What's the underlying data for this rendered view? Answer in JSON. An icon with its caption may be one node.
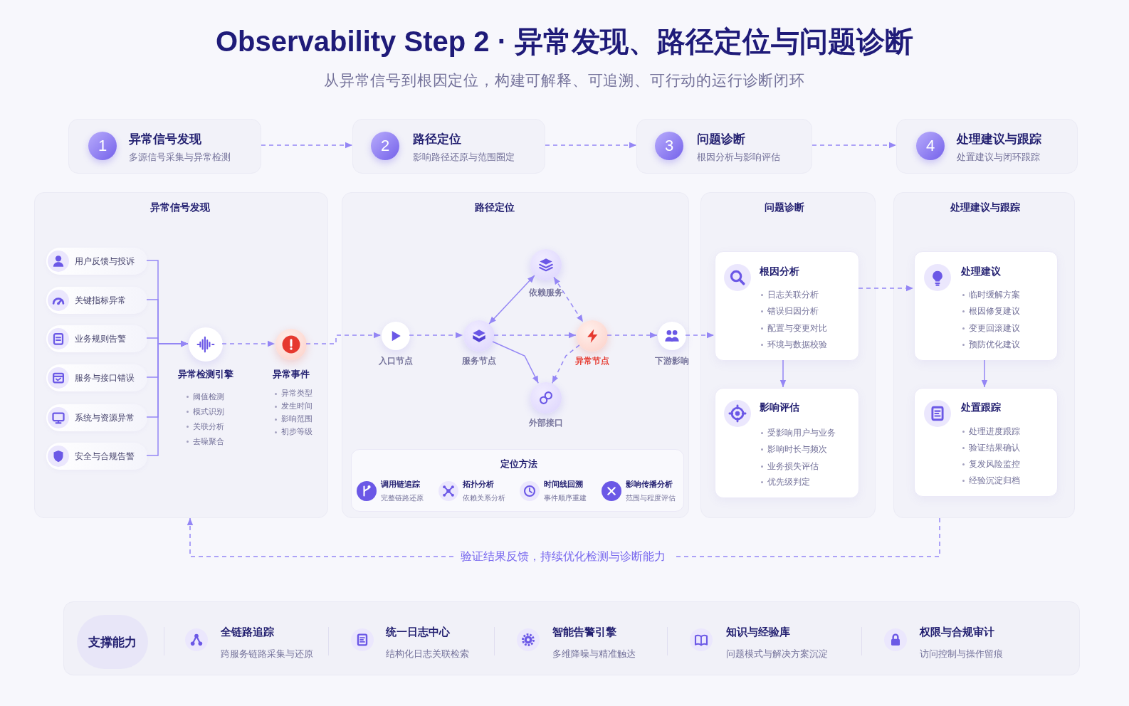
{
  "diagram": {
    "title": "Observability Step 2 · 异常发现、路径定位与问题诊断",
    "nodes": [
      {
        "text": [
          "异常信号发现",
          "多源信号采集与异常检测"
        ]
      },
      {
        "text": [
          "1"
        ],
        "in": 0
      },
      {
        "text": [
          "路径定位",
          "影响路径还原与范围圈定"
        ]
      },
      {
        "text": [
          "2"
        ],
        "in": 2
      },
      {
        "text": [
          "问题诊断",
          "根因分析与影响评估"
        ]
      },
      {
        "text": [
          "3"
        ],
        "in": 4
      },
      {
        "text": [
          "处理建议与跟踪",
          "处置建议与闭环跟踪"
        ]
      },
      {
        "text": [
          "4"
        ],
        "in": 6
      },
      {
        "text": [
          "异常信号发现"
        ]
      },
      {
        "text": [
          "用户反馈与投诉"
        ],
        "in": 8
      },
      {
        "text": [
          "关键指标异常"
        ],
        "in": 8
      },
      {
        "text": [
          "业务规则告警"
        ],
        "in": 8
      },
      {
        "text": [
          "服务与接口错误"
        ],
        "in": 8
      },
      {
        "text": [
          "系统与资源异常"
        ],
        "in": 8
      },
      {
        "text": [
          "安全与合规告警"
        ],
        "in": 8
      },
      {
        "text": [
          "异常检测引擎",
          "阈值检测",
          "模式识别",
          "关联分析",
          "去噪聚合"
        ],
        "in": 8
      },
      {
        "text": [
          "异常事件",
          "异常类型",
          "发生时间",
          "影响范围",
          "初步等级"
        ],
        "in": 8
      },
      {
        "text": [
          "路径定位"
        ]
      },
      {
        "text": [
          "入口节点"
        ],
        "in": 17
      },
      {
        "text": [
          "服务节点"
        ],
        "in": 17
      },
      {
        "text": [
          "依赖服务"
        ],
        "in": 17
      },
      {
        "text": [
          "异常节点"
        ],
        "in": 17
      },
      {
        "text": [
          "外部接口"
        ],
        "in": 17
      },
      {
        "text": [
          "下游影响"
        ],
        "in": 17
      },
      {
        "text": [
          "定位方法"
        ],
        "in": 17
      },
      {
        "text": [
          "调用链追踪",
          "完整链路还原"
        ],
        "in": 24
      },
      {
        "text": [
          "拓扑分析",
          "依赖关系分析"
        ],
        "in": 24
      },
      {
        "text": [
          "时间线回溯",
          "事件顺序重建"
        ],
        "in": 24
      },
      {
        "text": [
          "影响传播分析",
          "范围与程度评估"
        ],
        "in": 24
      },
      {
        "text": [
          "问题诊断"
        ]
      },
      {
        "text": [
          "根因分析",
          "日志关联分析",
          "错误归因分析",
          "配置与变更对比",
          "环境与数据校验"
        ],
        "in": 29
      },
      {
        "text": [
          "影响评估",
          "受影响用户与业务",
          "影响时长与频次",
          "业务损失评估",
          "优先级判定"
        ],
        "in": 29
      },
      {
        "text": [
          "处理建议与跟踪"
        ]
      },
      {
        "text": [
          "处理建议",
          "临时缓解方案",
          "根因修复建议",
          "变更回滚建议",
          "预防优化建议"
        ],
        "in": 32
      },
      {
        "text": [
          "处置跟踪",
          "处理进度跟踪",
          "验证结果确认",
          "复发风险监控",
          "经验沉淀归档"
        ],
        "in": 32
      },
      {
        "text": [
          "支撑能力"
        ]
      },
      {
        "text": [
          "全链路追踪",
          "跨服务链路采集与还原"
        ],
        "in": 35
      },
      {
        "text": [
          "统一日志中心",
          "结构化日志关联检索"
        ],
        "in": 35
      },
      {
        "text": [
          "智能告警引擎",
          "多维降噪与精准触达"
        ],
        "in": 35
      },
      {
        "text": [
          "知识与经验库",
          "问题模式与解决方案沉淀"
        ],
        "in": 35
      },
      {
        "text": [
          "权限与合规审计",
          "访问控制与操作留痕"
        ],
        "in": 35
      }
    ],
    "edges": [
      {
        "from": 0,
        "to": 2,
        "arrow": "to",
        "style": "dashed"
      },
      {
        "from": 2,
        "to": 4,
        "arrow": "to",
        "style": "dashed"
      },
      {
        "from": 4,
        "to": 6,
        "arrow": "to",
        "style": "dashed"
      },
      {
        "from": 9,
        "to": 15,
        "arrow": "to"
      },
      {
        "from": 10,
        "to": 15,
        "arrow": "to"
      },
      {
        "from": 11,
        "to": 15,
        "arrow": "to"
      },
      {
        "from": 12,
        "to": 15,
        "arrow": "to"
      },
      {
        "from": 13,
        "to": 15,
        "arrow": "to"
      },
      {
        "from": 14,
        "to": 15,
        "arrow": "to"
      },
      {
        "from": 15,
        "to": 16,
        "arrow": "to",
        "style": "dashed"
      },
      {
        "from": 16,
        "to": 18,
        "arrow": "to",
        "style": "dashed"
      },
      {
        "from": 18,
        "to": 19,
        "arrow": "to",
        "style": "dashed"
      },
      {
        "from": 19,
        "to": 20,
        "arrow": "both"
      },
      {
        "from": 20,
        "to": 21,
        "arrow": "both",
        "style": "dashed"
      },
      {
        "from": 19,
        "to": 21,
        "arrow": "to",
        "style": "dashed"
      },
      {
        "from": 19,
        "to": 22,
        "arrow": "to"
      },
      {
        "from": 21,
        "to": 22,
        "arrow": "to",
        "style": "dashed"
      },
      {
        "from": 21,
        "to": 23,
        "arrow": "to",
        "style": "dashed"
      },
      {
        "from": 23,
        "to": 30,
        "arrow": "to",
        "style": "dashed"
      },
      {
        "from": 30,
        "to": 31,
        "arrow": "to"
      },
      {
        "from": 30,
        "to": 33,
        "arrow": "to",
        "style": "dashed"
      },
      {
        "from": 33,
        "to": 34,
        "arrow": "to"
      },
      {
        "from": 32,
        "to": 8,
        "arrow": "to",
        "style": "dashed",
        "label": "验证结果反馈，持续优化检测与诊断能力"
      }
    ],
    "labels": [
      "从异常信号到根因定位，构建可解释、可追溯、可行动的运行诊断闭环"
    ]
  }
}
